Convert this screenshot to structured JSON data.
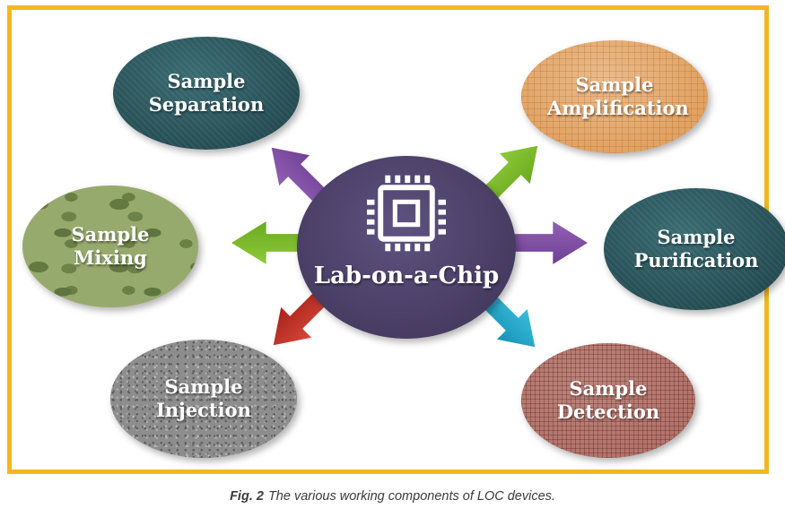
{
  "figure": {
    "caption_prefix": "Fig. 2",
    "caption_text": "The various working components of LOC devices."
  },
  "center": {
    "label": "Lab-on-a-Chip",
    "icon": "chip-icon",
    "color": "#463b60"
  },
  "nodes": [
    {
      "label": "Sample Separation",
      "position": "top-left",
      "color": "#2b555c"
    },
    {
      "label": "Sample Amplification",
      "position": "top-right",
      "color": "#e2a262"
    },
    {
      "label": "Sample Mixing",
      "position": "left",
      "color": "#97aa6d"
    },
    {
      "label": "Sample Purification",
      "position": "right",
      "color": "#2b555c"
    },
    {
      "label": "Sample Injection",
      "position": "bottom-left",
      "color": "#8d8d8d"
    },
    {
      "label": "Sample Detection",
      "position": "bottom-right",
      "color": "#b3736a"
    }
  ],
  "arrows": [
    {
      "direction": "up-left",
      "color": "#7d4a9e"
    },
    {
      "direction": "up-right",
      "color": "#76b82a"
    },
    {
      "direction": "left",
      "color": "#76b82a"
    },
    {
      "direction": "right",
      "color": "#7d4a9e"
    },
    {
      "direction": "down-left",
      "color": "#bf2b26"
    },
    {
      "direction": "down-right",
      "color": "#1fa0c0"
    }
  ],
  "frame": {
    "border_color": "#f2b71e"
  }
}
